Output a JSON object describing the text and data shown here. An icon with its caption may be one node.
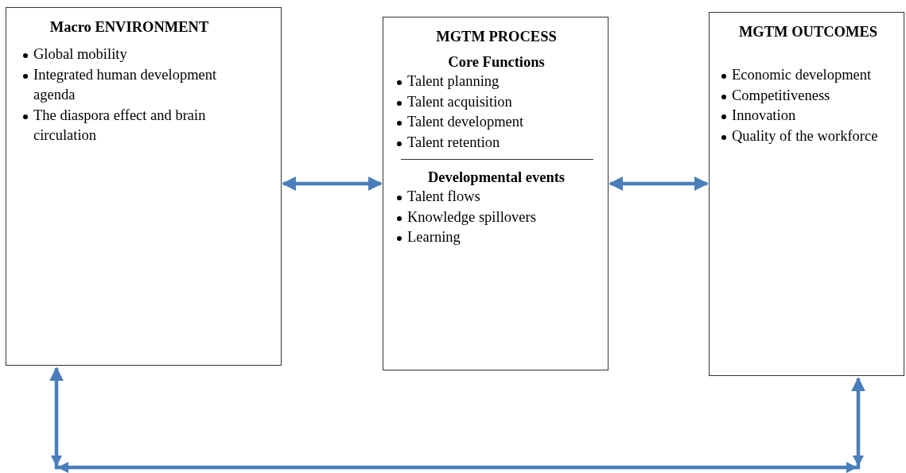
{
  "diagram": {
    "nodes": [
      {
        "text": [
          "Macro ENVIRONMENT",
          "Global mobility",
          "Integrated human development agenda",
          "The diaspora effect and brain circulation"
        ]
      },
      {
        "text": [
          "MGTM PROCESS",
          "Core Functions",
          "Talent planning",
          "Talent acquisition",
          "Talent development",
          "Talent retention",
          "Developmental events",
          "Talent flows",
          "Knowledge spillovers",
          "Learning"
        ]
      },
      {
        "text": [
          "MGTM OUTCOMES",
          "Economic development",
          "Competitiveness",
          "Innovation",
          "Quality of the workforce"
        ]
      }
    ],
    "edges": [
      {
        "from": 0,
        "to": 1,
        "arrow": "both"
      },
      {
        "from": 1,
        "to": 2,
        "arrow": "both"
      },
      {
        "from": 0,
        "to": 2,
        "arrow": "both"
      }
    ]
  }
}
